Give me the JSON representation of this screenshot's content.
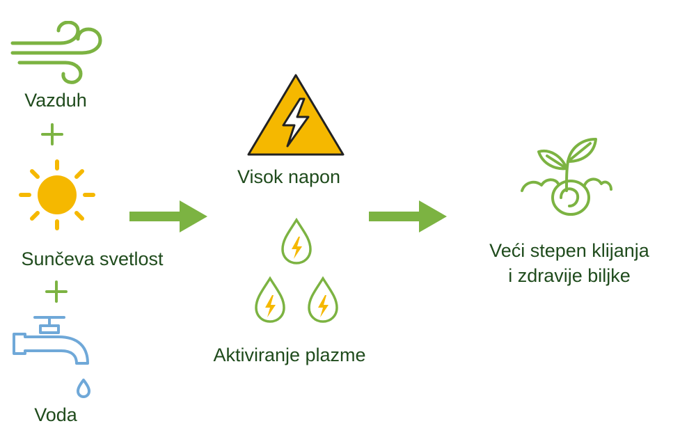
{
  "labels": {
    "air": "Vazduh",
    "sunlight": "Sunčeva svetlost",
    "water": "Voda",
    "high_voltage": "Visok napon",
    "plasma_activation": "Aktiviranje plazme",
    "result_line1": "Veći stepen klijanja",
    "result_line2": "i zdravije biljke"
  },
  "icons": {
    "wind": "wind-icon",
    "sun": "sun-icon",
    "faucet": "faucet-icon",
    "warning": "high-voltage-warning-icon",
    "drops": "plasma-drop-icon",
    "sprout": "sprout-icon",
    "plus": "plus-icon",
    "arrow": "arrow-right-icon"
  },
  "colors": {
    "green": "#7cb342",
    "text": "#1f4b1c",
    "yellow": "#f5b800",
    "blue": "#6fa8d8"
  }
}
